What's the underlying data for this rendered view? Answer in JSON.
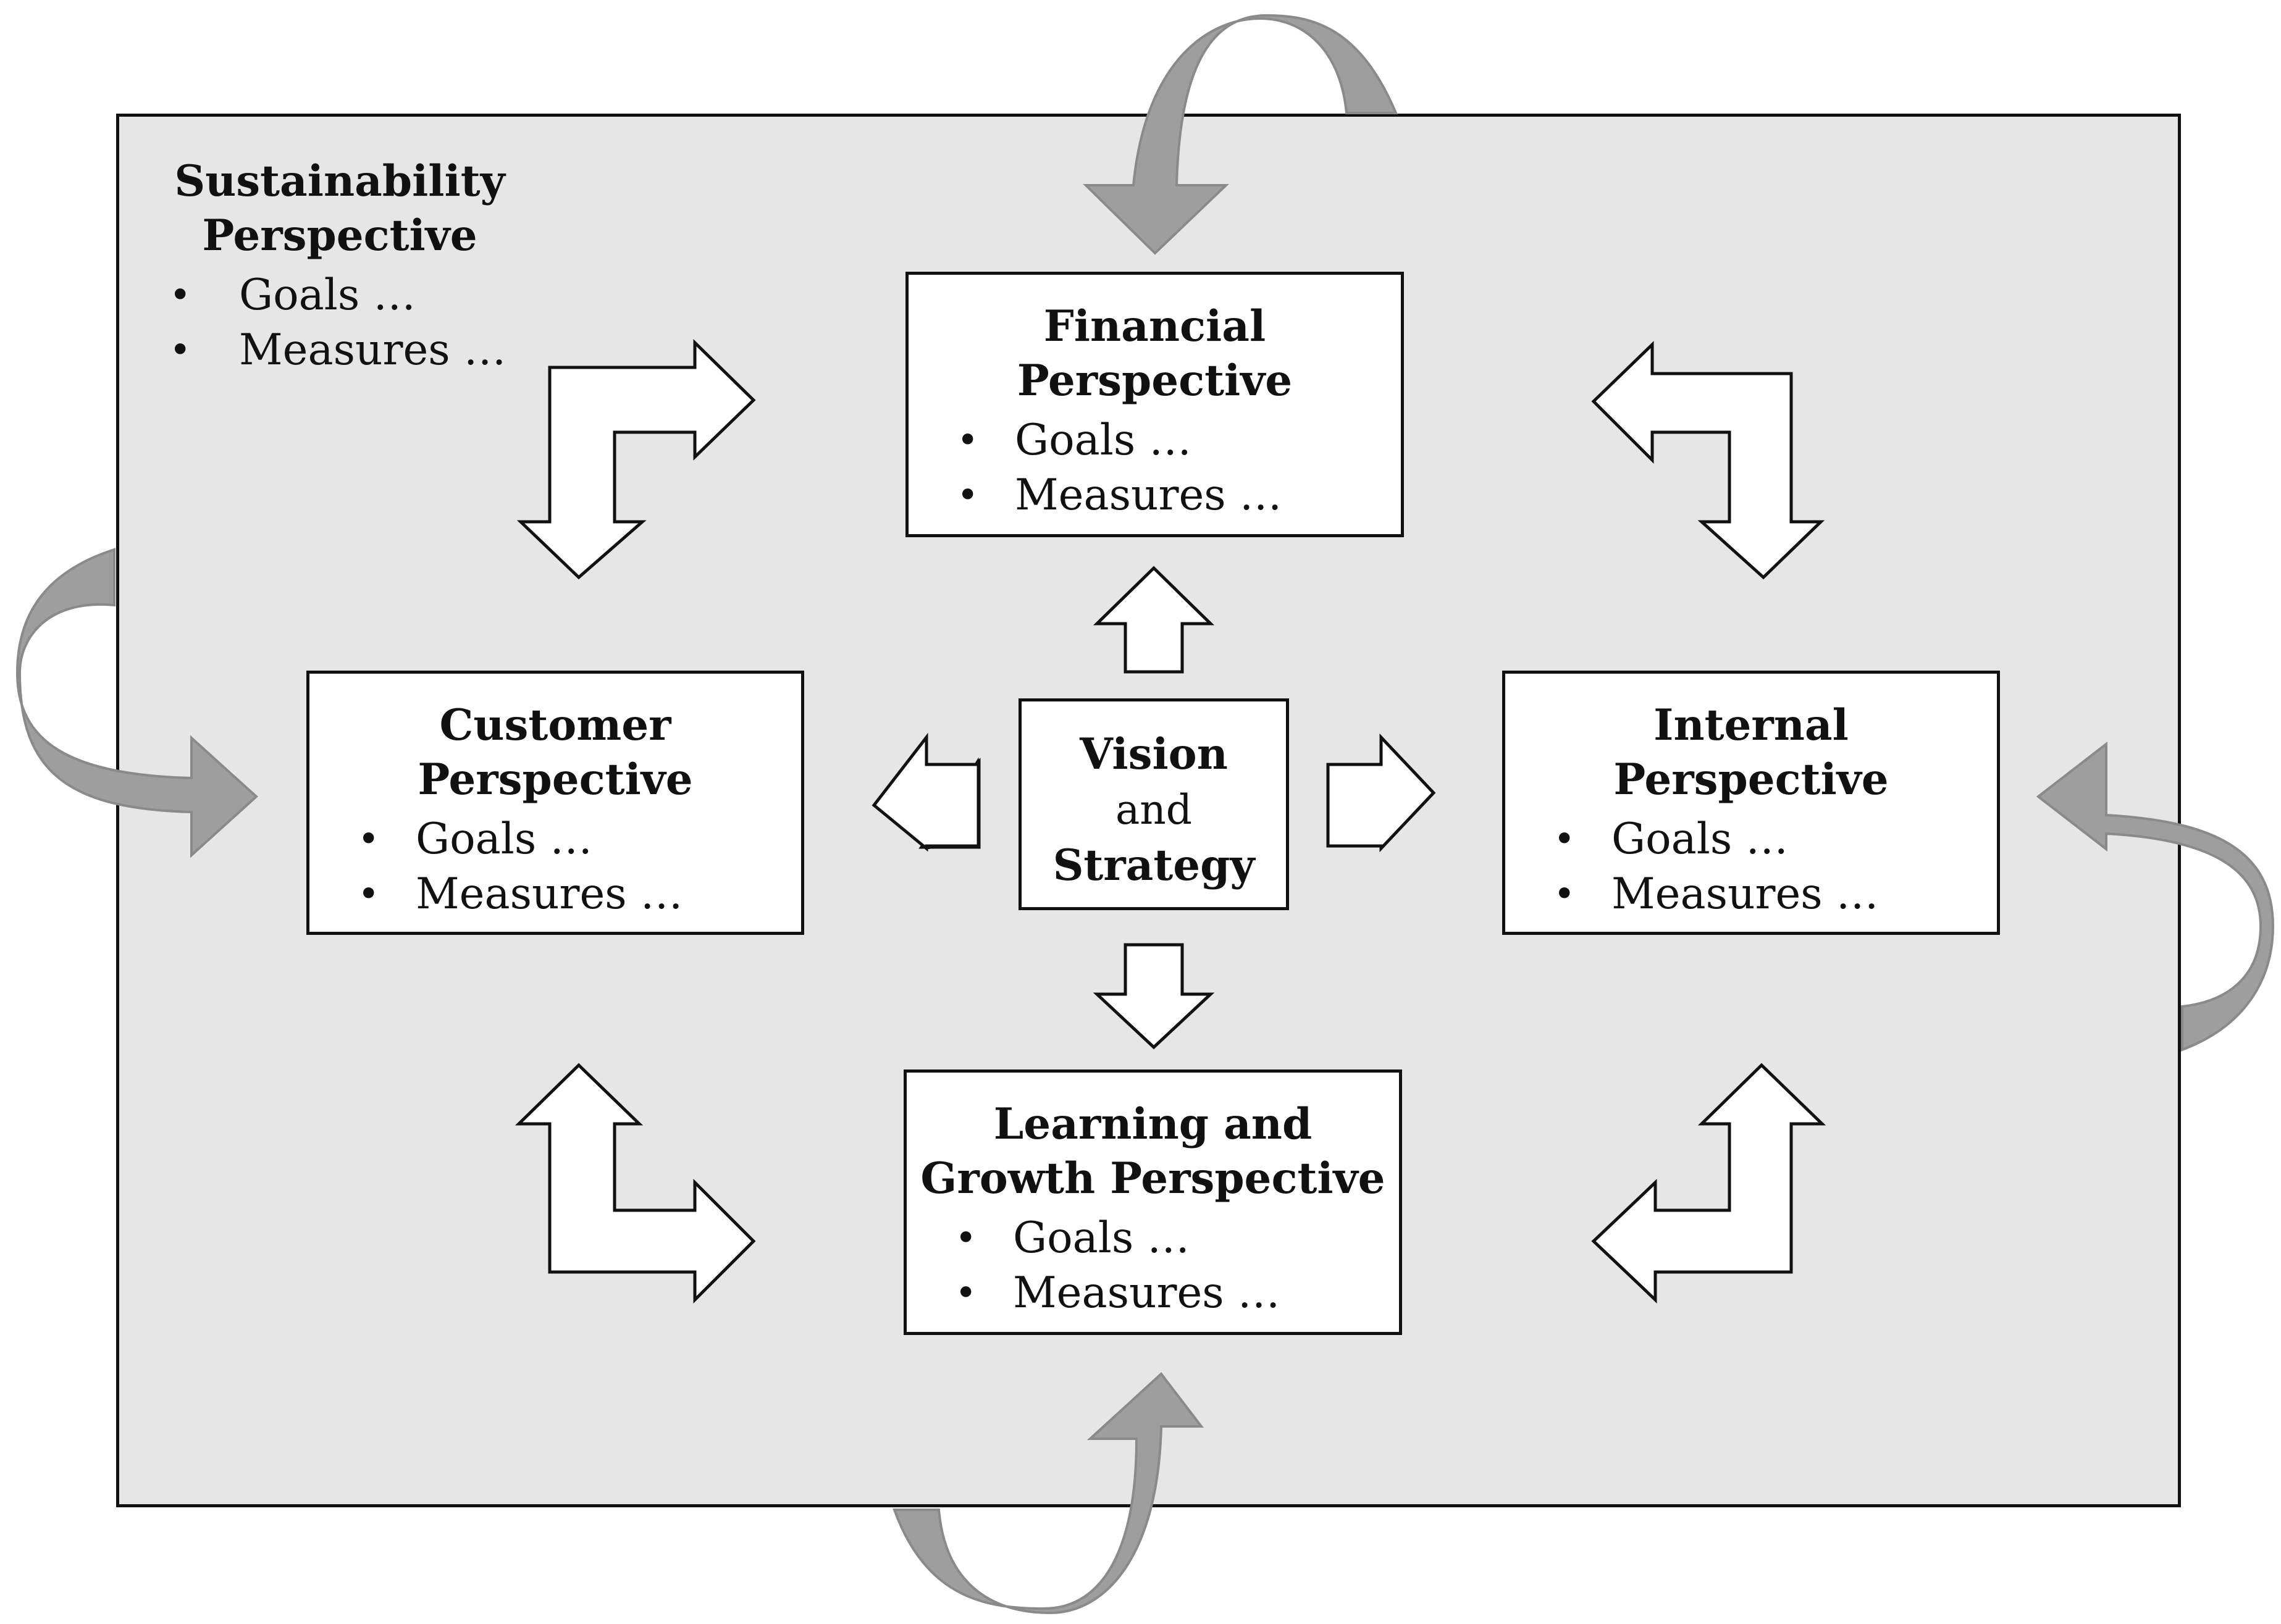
{
  "colors": {
    "background": "#e6e6e6",
    "box_fill": "#ffffff",
    "outline": "#111111",
    "cycle_arrow": "#9e9e9e"
  },
  "sustainability": {
    "title_line1": "Sustainability",
    "title_line2": "Perspective",
    "items": [
      "Goals …",
      "Measures …"
    ]
  },
  "financial": {
    "title_line1": "Financial",
    "title_line2": "Perspective",
    "items": [
      "Goals …",
      "Measures …"
    ]
  },
  "customer": {
    "title_line1": "Customer",
    "title_line2": "Perspective",
    "items": [
      "Goals …",
      "Measures …"
    ]
  },
  "internal": {
    "title_line1": "Internal",
    "title_line2": "Perspective",
    "items": [
      "Goals …",
      "Measures …"
    ]
  },
  "learning": {
    "title_line1": "Learning and",
    "title_line2": "Growth Perspective",
    "items": [
      "Goals …",
      "Measures …"
    ]
  },
  "center": {
    "line1": "Vision",
    "line2": "and",
    "line3": "Strategy"
  }
}
